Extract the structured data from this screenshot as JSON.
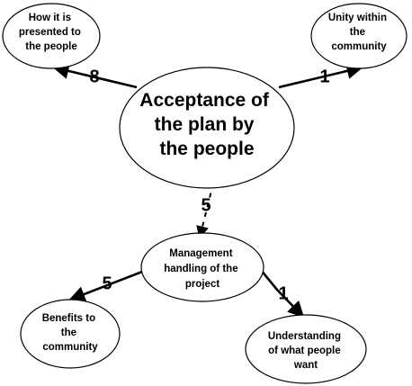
{
  "nodes": {
    "center": [
      "Acceptance of",
      "the plan by",
      "the people"
    ],
    "top_left": [
      "How it is",
      "presented to",
      "the people"
    ],
    "top_right": [
      "Unity within",
      "the",
      "community"
    ],
    "middle": [
      "Management",
      "handling of the",
      "project"
    ],
    "bottom_left": [
      "Benefits to",
      "the",
      "community"
    ],
    "bottom_right": [
      "Understanding",
      "of what people",
      "want"
    ]
  },
  "edges": {
    "center_to_top_left": "8",
    "center_to_top_right": "1",
    "center_to_middle": "5",
    "middle_to_bottom_left": "5",
    "middle_to_bottom_right": "1"
  }
}
